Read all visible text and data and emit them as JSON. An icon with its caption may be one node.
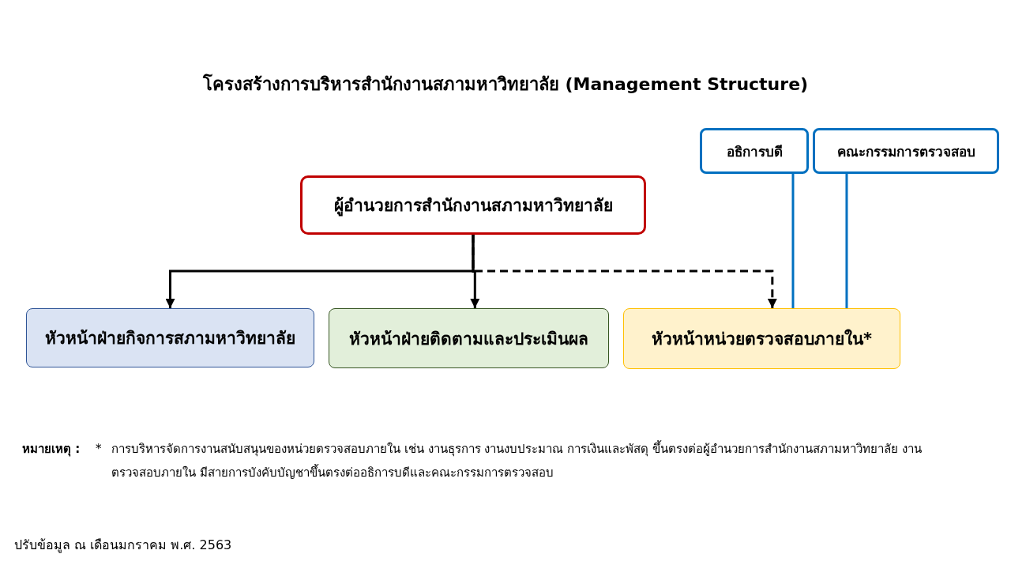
{
  "diagram": {
    "title": "โครงสร้างการบริหารสำนักงานสภามหาวิทยาลัย (Management Structure)",
    "nodes": [
      {
        "text": [
          "ผู้อำนวยการสำนักงานสภามหาวิทยาลัย"
        ]
      },
      {
        "text": [
          "หัวหน้าฝ่ายกิจการสภามหาวิทยาลัย"
        ]
      },
      {
        "text": [
          "หัวหน้าฝ่ายติดตามและประเมินผล"
        ]
      },
      {
        "text": [
          "หัวหน้าหน่วยตรวจสอบภายใน*"
        ]
      },
      {
        "text": [
          "อธิการบดี"
        ]
      },
      {
        "text": [
          "คณะกรรมการตรวจสอบ"
        ]
      }
    ],
    "edges": [
      {
        "from": 0,
        "to": 1,
        "arrow": "to"
      },
      {
        "from": 0,
        "to": 2,
        "arrow": "to"
      },
      {
        "from": 0,
        "to": 3,
        "arrow": "to",
        "style": "dashed"
      },
      {
        "from": 4,
        "to": 3,
        "arrow": "none",
        "color": "#0070c0"
      },
      {
        "from": 5,
        "to": 3,
        "arrow": "none",
        "color": "#0070c0"
      }
    ],
    "labels": [
      "หมายเหตุ :",
      "*",
      "การบริหารจัดการงานสนับสนุนของหน่วยตรวจสอบภายใน เช่น งานธุรการ งานงบประมาณ การเงินและพัสดุ ขึ้นตรงต่อผู้อำนวยการสำนักงานสภามหาวิทยาลัย งานตรวจสอบภายใน มีสายการบังคับบัญชาขึ้นตรงต่ออธิการบดีและคณะกรรมการตรวจสอบ",
      "ปรับข้อมูล ณ เดือนมกราคม พ.ศ. 2563"
    ]
  }
}
